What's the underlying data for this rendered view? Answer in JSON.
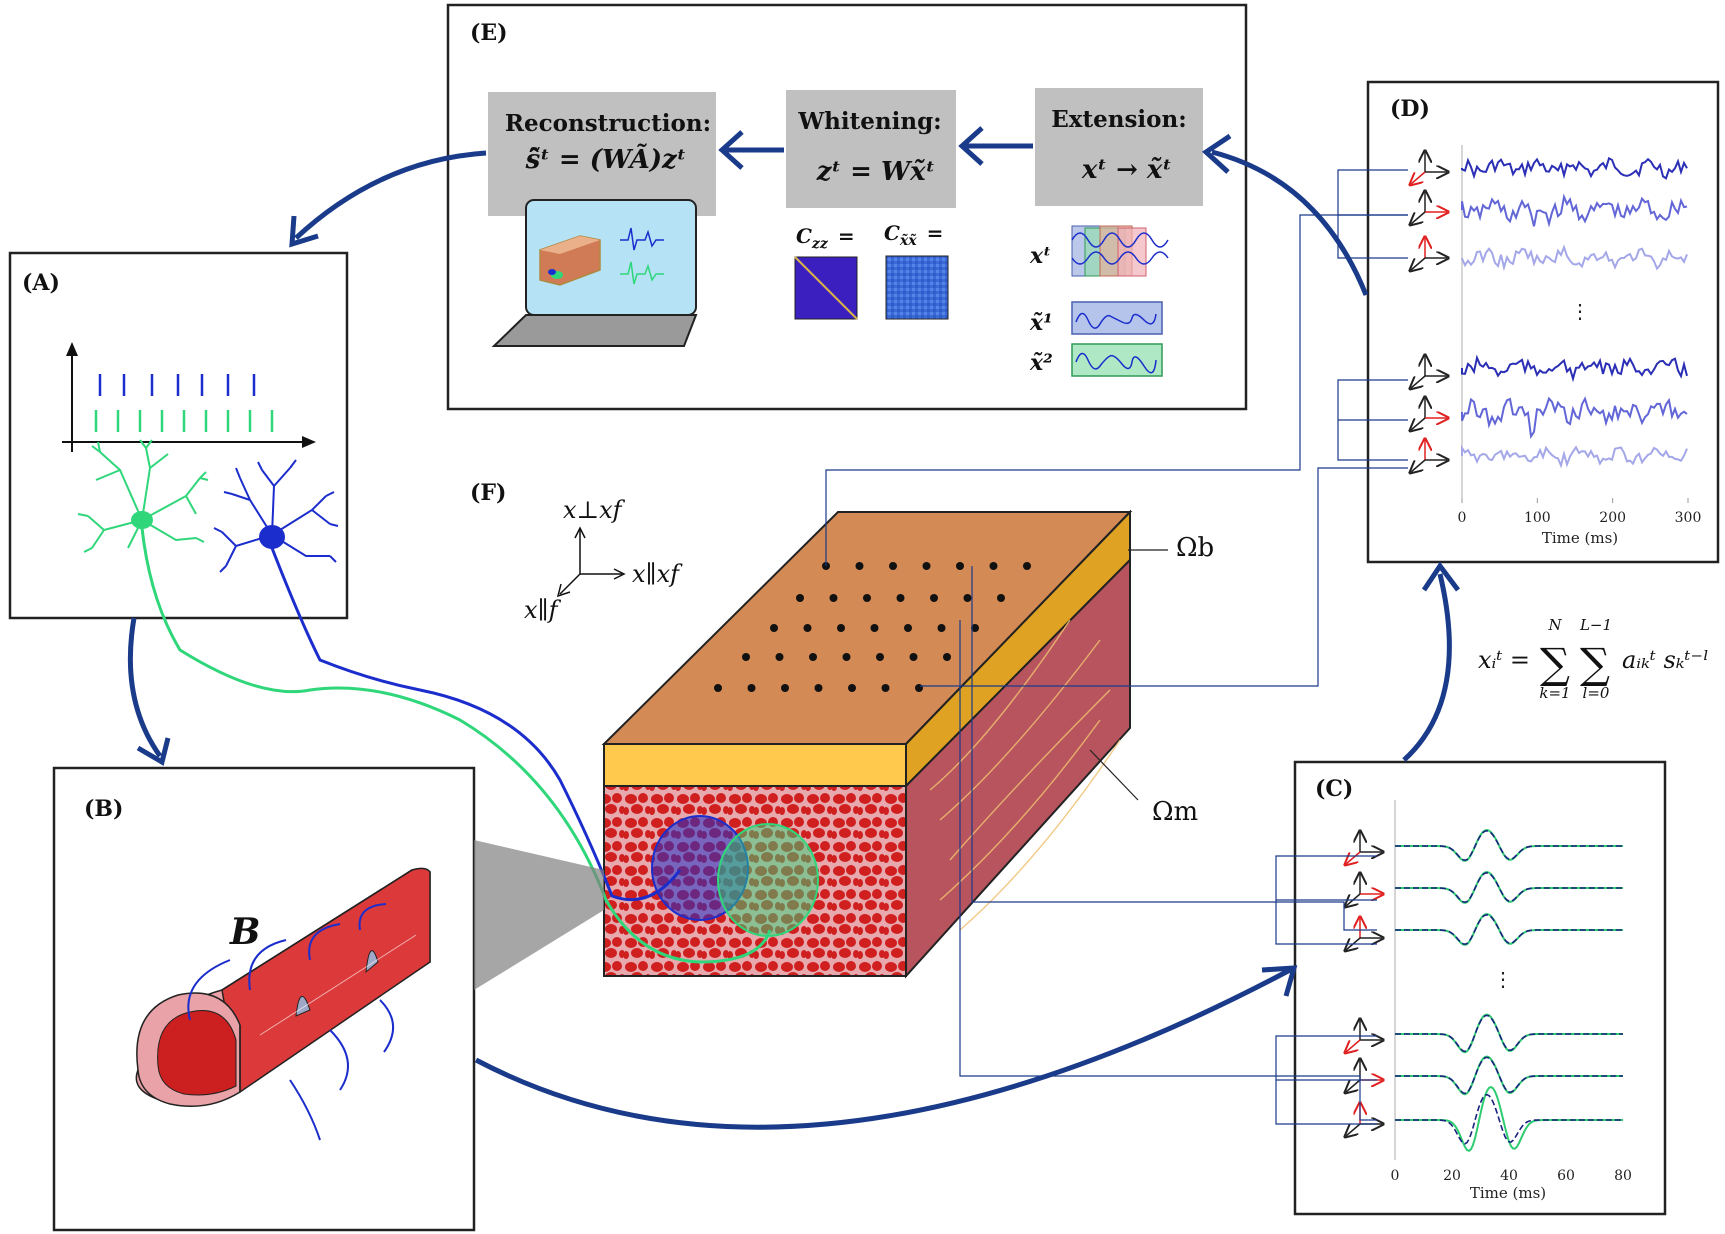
{
  "panels": {
    "A": "(A)",
    "B": "(B)",
    "C": "(C)",
    "D": "(D)",
    "E": "(E)",
    "F": "(F)"
  },
  "pipeline": {
    "reconstruction_title": "Reconstruction:",
    "reconstruction_eq": "ŝ̃ᵗ = (WÃ)zᵗ",
    "whitening_title": "Whitening:",
    "whitening_eq": "zᵗ = Wx̃ᵗ",
    "extension_title": "Extension:",
    "extension_eq": "xᵗ → x̃ᵗ",
    "czz": "C",
    "czz_sub": "zz",
    "cxx": "C",
    "cxx_sub": "x̃x̃",
    "equals": "=",
    "xt": "xᵗ",
    "x1": "x̃¹",
    "x2": "x̃²"
  },
  "panel_B_symbol": "B",
  "tissue": {
    "omega_b": "Ωb",
    "omega_m": "Ωm",
    "axis_perp": "x⊥xf",
    "axis_par_xf": "x∥xf",
    "axis_par_f": "x∥f"
  },
  "mixing_eq": {
    "lhs": "xᵢᵗ =",
    "sum1_top": "N",
    "sum1_bot": "k=1",
    "sum2_top": "L−1",
    "sum2_bot": "l=0",
    "term": "aᵢₖᵗ sₖᵗ⁻ˡ"
  },
  "chart_data": [
    {
      "type": "line",
      "panel": "D",
      "xlabel": "Time (ms)",
      "xticks": [
        0,
        100,
        200,
        300
      ],
      "xlim": [
        0,
        300
      ],
      "series_colors": [
        "#2b2fb5",
        "#6266d6",
        "#a4a7e8",
        "#2b2fb5",
        "#6266d6",
        "#a4a7e8"
      ],
      "ellipsis": "⋮"
    },
    {
      "type": "line",
      "panel": "C",
      "xlabel": "Time (ms)",
      "xticks": [
        0,
        20,
        40,
        60,
        80
      ],
      "xlim": [
        0,
        80
      ],
      "series_colors": [
        "#2ecc71",
        "#1a237e"
      ],
      "ellipsis": "⋮"
    }
  ],
  "colors": {
    "arrow": "#1a3a8a",
    "box_gray": "#c0c0c0",
    "tissue_top": "#d38a55",
    "tissue_side": "#b8545e",
    "tissue_front": "#cc1f1f",
    "fat": "#ffc94d",
    "neuron_green": "#2fd67a",
    "neuron_blue": "#1b2dcc"
  }
}
